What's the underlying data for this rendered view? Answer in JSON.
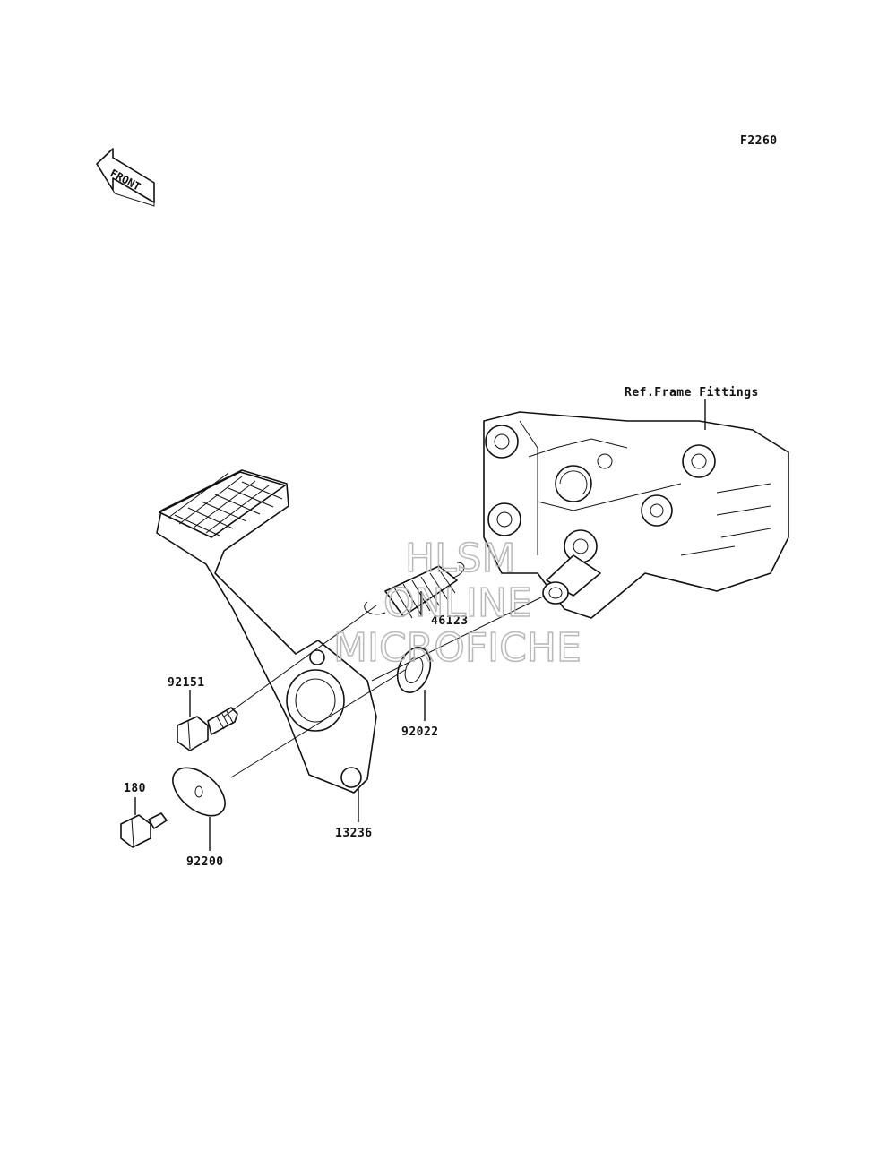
{
  "diagram": {
    "code": "F2260",
    "front_arrow_label": "FRONT",
    "ref_label": "Ref.Frame Fittings",
    "callouts": {
      "spring": "46123",
      "bolt_upper": "92151",
      "washer_small": "92022",
      "bolt_lower": "180",
      "washer_large": "92200",
      "pedal": "13236"
    },
    "watermark": {
      "line1": "HLSM",
      "line2": "ONLINE",
      "line3": "MICROFICHE"
    }
  }
}
